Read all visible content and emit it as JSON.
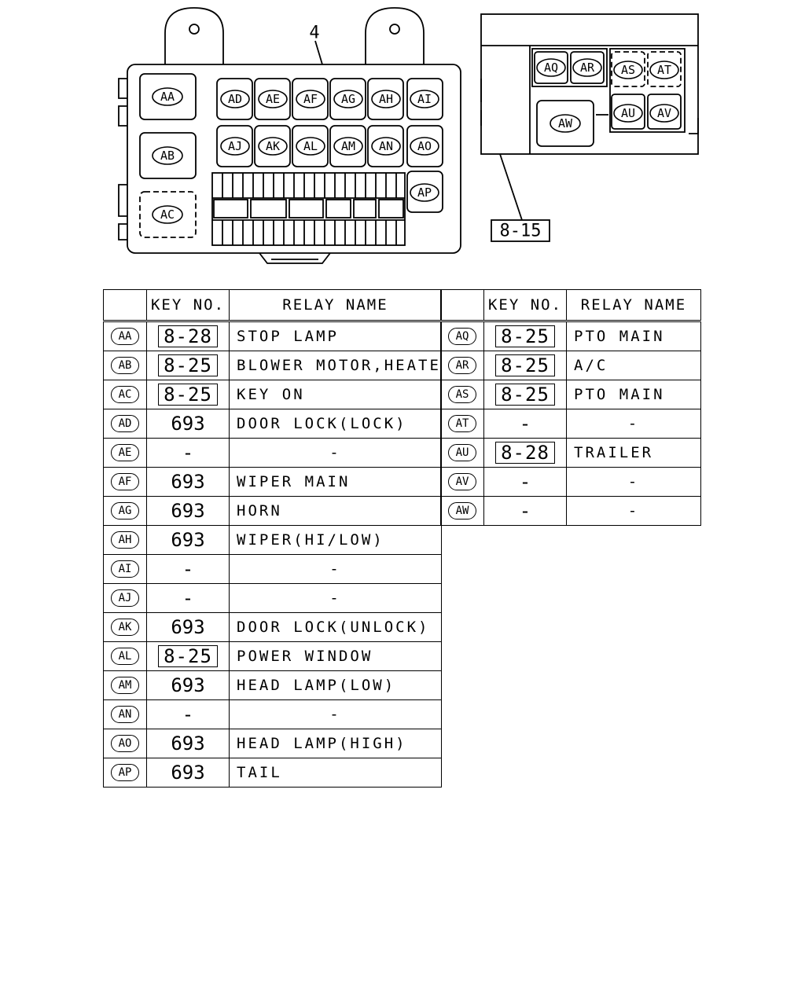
{
  "diagram": {
    "part_label": "4",
    "callout_label": "8-15",
    "main_relays": [
      "AA",
      "AB",
      "AC",
      "AD",
      "AE",
      "AF",
      "AG",
      "AH",
      "AI",
      "AJ",
      "AK",
      "AL",
      "AM",
      "AN",
      "AO",
      "AP"
    ],
    "aux_relays": [
      "AQ",
      "AR",
      "AS",
      "AT",
      "AU",
      "AV",
      "AW"
    ]
  },
  "table": {
    "headers": {
      "key_no": "KEY NO.",
      "relay_name": "RELAY NAME"
    },
    "left_rows": [
      {
        "id": "AA",
        "key": "8-28",
        "boxed": true,
        "name": "STOP LAMP"
      },
      {
        "id": "AB",
        "key": "8-25",
        "boxed": true,
        "name": "BLOWER MOTOR,HEATER"
      },
      {
        "id": "AC",
        "key": "8-25",
        "boxed": true,
        "name": "KEY ON"
      },
      {
        "id": "AD",
        "key": "693",
        "boxed": false,
        "name": "DOOR LOCK(LOCK)"
      },
      {
        "id": "AE",
        "key": "-",
        "boxed": false,
        "name": "-"
      },
      {
        "id": "AF",
        "key": "693",
        "boxed": false,
        "name": "WIPER MAIN"
      },
      {
        "id": "AG",
        "key": "693",
        "boxed": false,
        "name": "HORN"
      },
      {
        "id": "AH",
        "key": "693",
        "boxed": false,
        "name": "WIPER(HI/LOW)"
      },
      {
        "id": "AI",
        "key": "-",
        "boxed": false,
        "name": "-"
      },
      {
        "id": "AJ",
        "key": "-",
        "boxed": false,
        "name": "-"
      },
      {
        "id": "AK",
        "key": "693",
        "boxed": false,
        "name": "DOOR LOCK(UNLOCK)"
      },
      {
        "id": "AL",
        "key": "8-25",
        "boxed": true,
        "name": "POWER WINDOW"
      },
      {
        "id": "AM",
        "key": "693",
        "boxed": false,
        "name": "HEAD LAMP(LOW)"
      },
      {
        "id": "AN",
        "key": "-",
        "boxed": false,
        "name": "-"
      },
      {
        "id": "AO",
        "key": "693",
        "boxed": false,
        "name": "HEAD LAMP(HIGH)"
      },
      {
        "id": "AP",
        "key": "693",
        "boxed": false,
        "name": "TAIL"
      }
    ],
    "right_rows": [
      {
        "id": "AQ",
        "key": "8-25",
        "boxed": true,
        "name": "PTO MAIN"
      },
      {
        "id": "AR",
        "key": "8-25",
        "boxed": true,
        "name": "A/C"
      },
      {
        "id": "AS",
        "key": "8-25",
        "boxed": true,
        "name": "PTO MAIN"
      },
      {
        "id": "AT",
        "key": "-",
        "boxed": false,
        "name": "-"
      },
      {
        "id": "AU",
        "key": "8-28",
        "boxed": true,
        "name": "TRAILER"
      },
      {
        "id": "AV",
        "key": "-",
        "boxed": false,
        "name": "-"
      },
      {
        "id": "AW",
        "key": "-",
        "boxed": false,
        "name": "-"
      }
    ]
  }
}
